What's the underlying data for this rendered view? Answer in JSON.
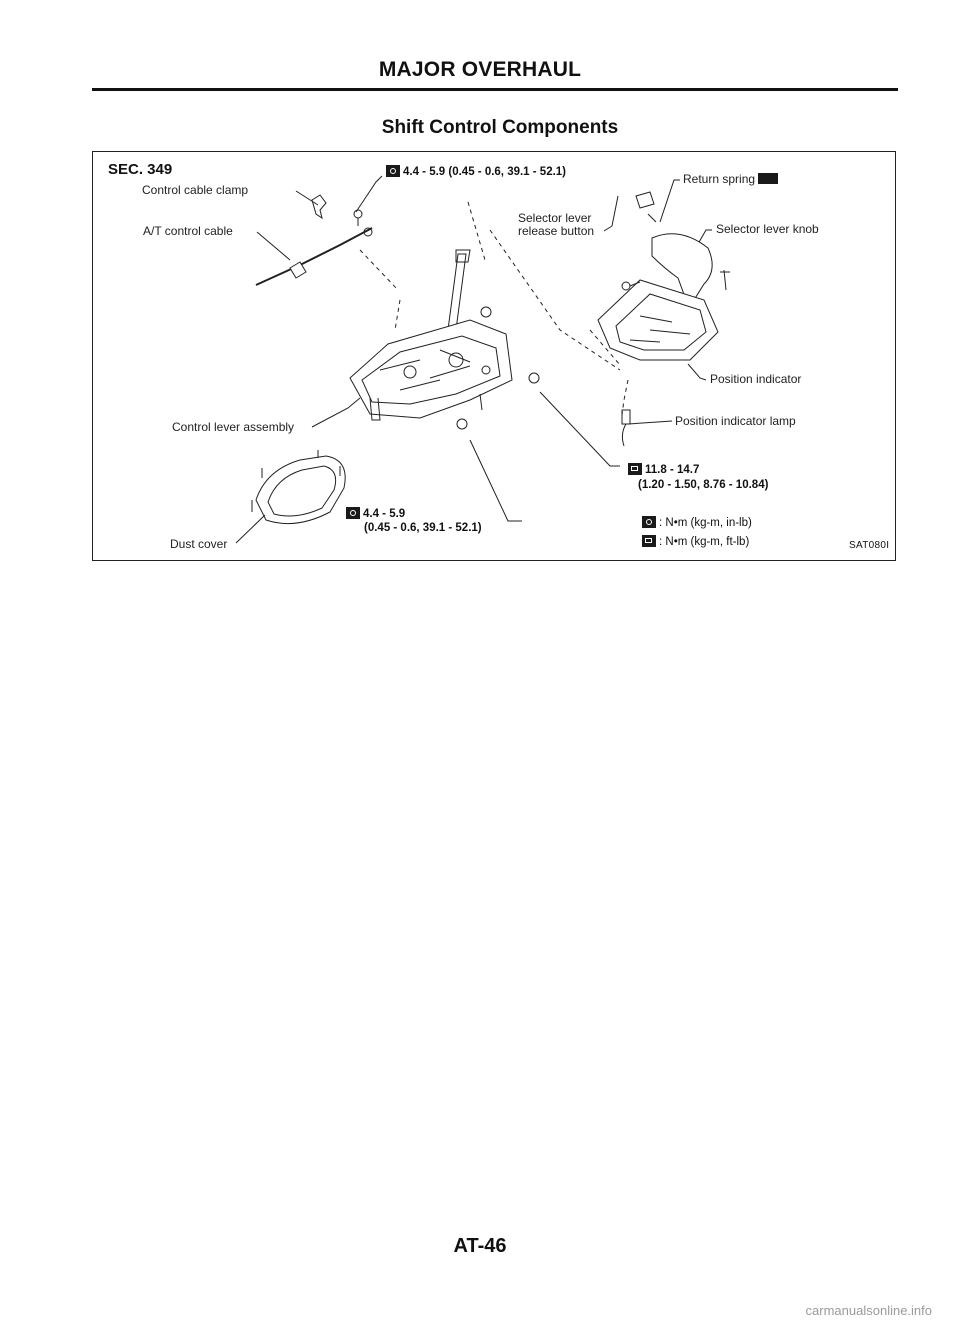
{
  "header": {
    "title": "MAJOR OVERHAUL"
  },
  "section": {
    "title": "Shift Control Components"
  },
  "diagram": {
    "sec_code": "SEC. 349",
    "labels": {
      "control_cable_clamp": "Control cable clamp",
      "at_control_cable": "A/T control cable",
      "control_lever_assembly": "Control lever assembly",
      "dust_cover": "Dust cover",
      "selector_lever_release_button_1": "Selector lever",
      "selector_lever_release_button_2": "release button",
      "return_spring": "Return spring",
      "selector_lever_knob": "Selector lever knob",
      "position_indicator": "Position indicator",
      "position_indicator_lamp": "Position indicator lamp"
    },
    "torque": {
      "top": "4.4 - 5.9 (0.45 - 0.6, 39.1 - 52.1)",
      "bottom_left_1": "4.4 - 5.9",
      "bottom_left_2": "(0.45 - 0.6, 39.1 - 52.1)",
      "right_1": "11.8 - 14.7",
      "right_2": "(1.20 - 1.50, 8.76 - 10.84)"
    },
    "legend": {
      "item1": ": N•m (kg-m, in-lb)",
      "item2": ": N•m (kg-m, ft-lb)"
    },
    "figure_code": "SAT080I"
  },
  "footer": {
    "page_number": "AT-46",
    "watermark": "carmanualsonline.info"
  },
  "icons": {
    "torque_icon_1": "torque-inlb-icon",
    "torque_icon_2": "torque-ftlb-icon",
    "reference_badge": "reference-badge-icon"
  }
}
